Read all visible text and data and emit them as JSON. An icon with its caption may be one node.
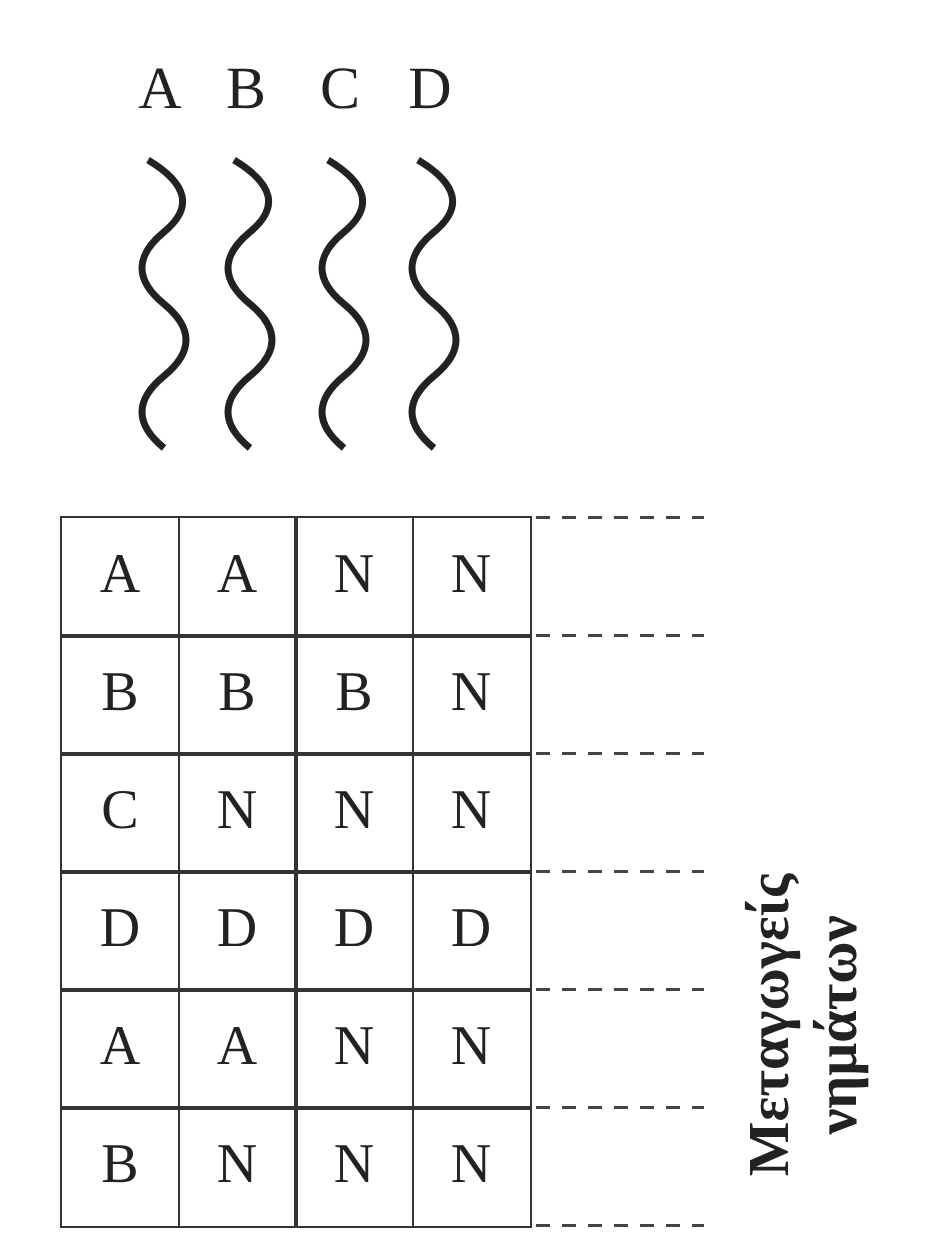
{
  "diagram": {
    "labels": [
      "A",
      "B",
      "C",
      "D",
      "A",
      "A",
      "N",
      "N",
      "B",
      "B",
      "B",
      "N",
      "C",
      "N",
      "N",
      "N",
      "D",
      "D",
      "D",
      "D",
      "A",
      "A",
      "N",
      "N",
      "B",
      "N",
      "N",
      "N",
      "Μεταγωγείς νημάτων"
    ]
  }
}
